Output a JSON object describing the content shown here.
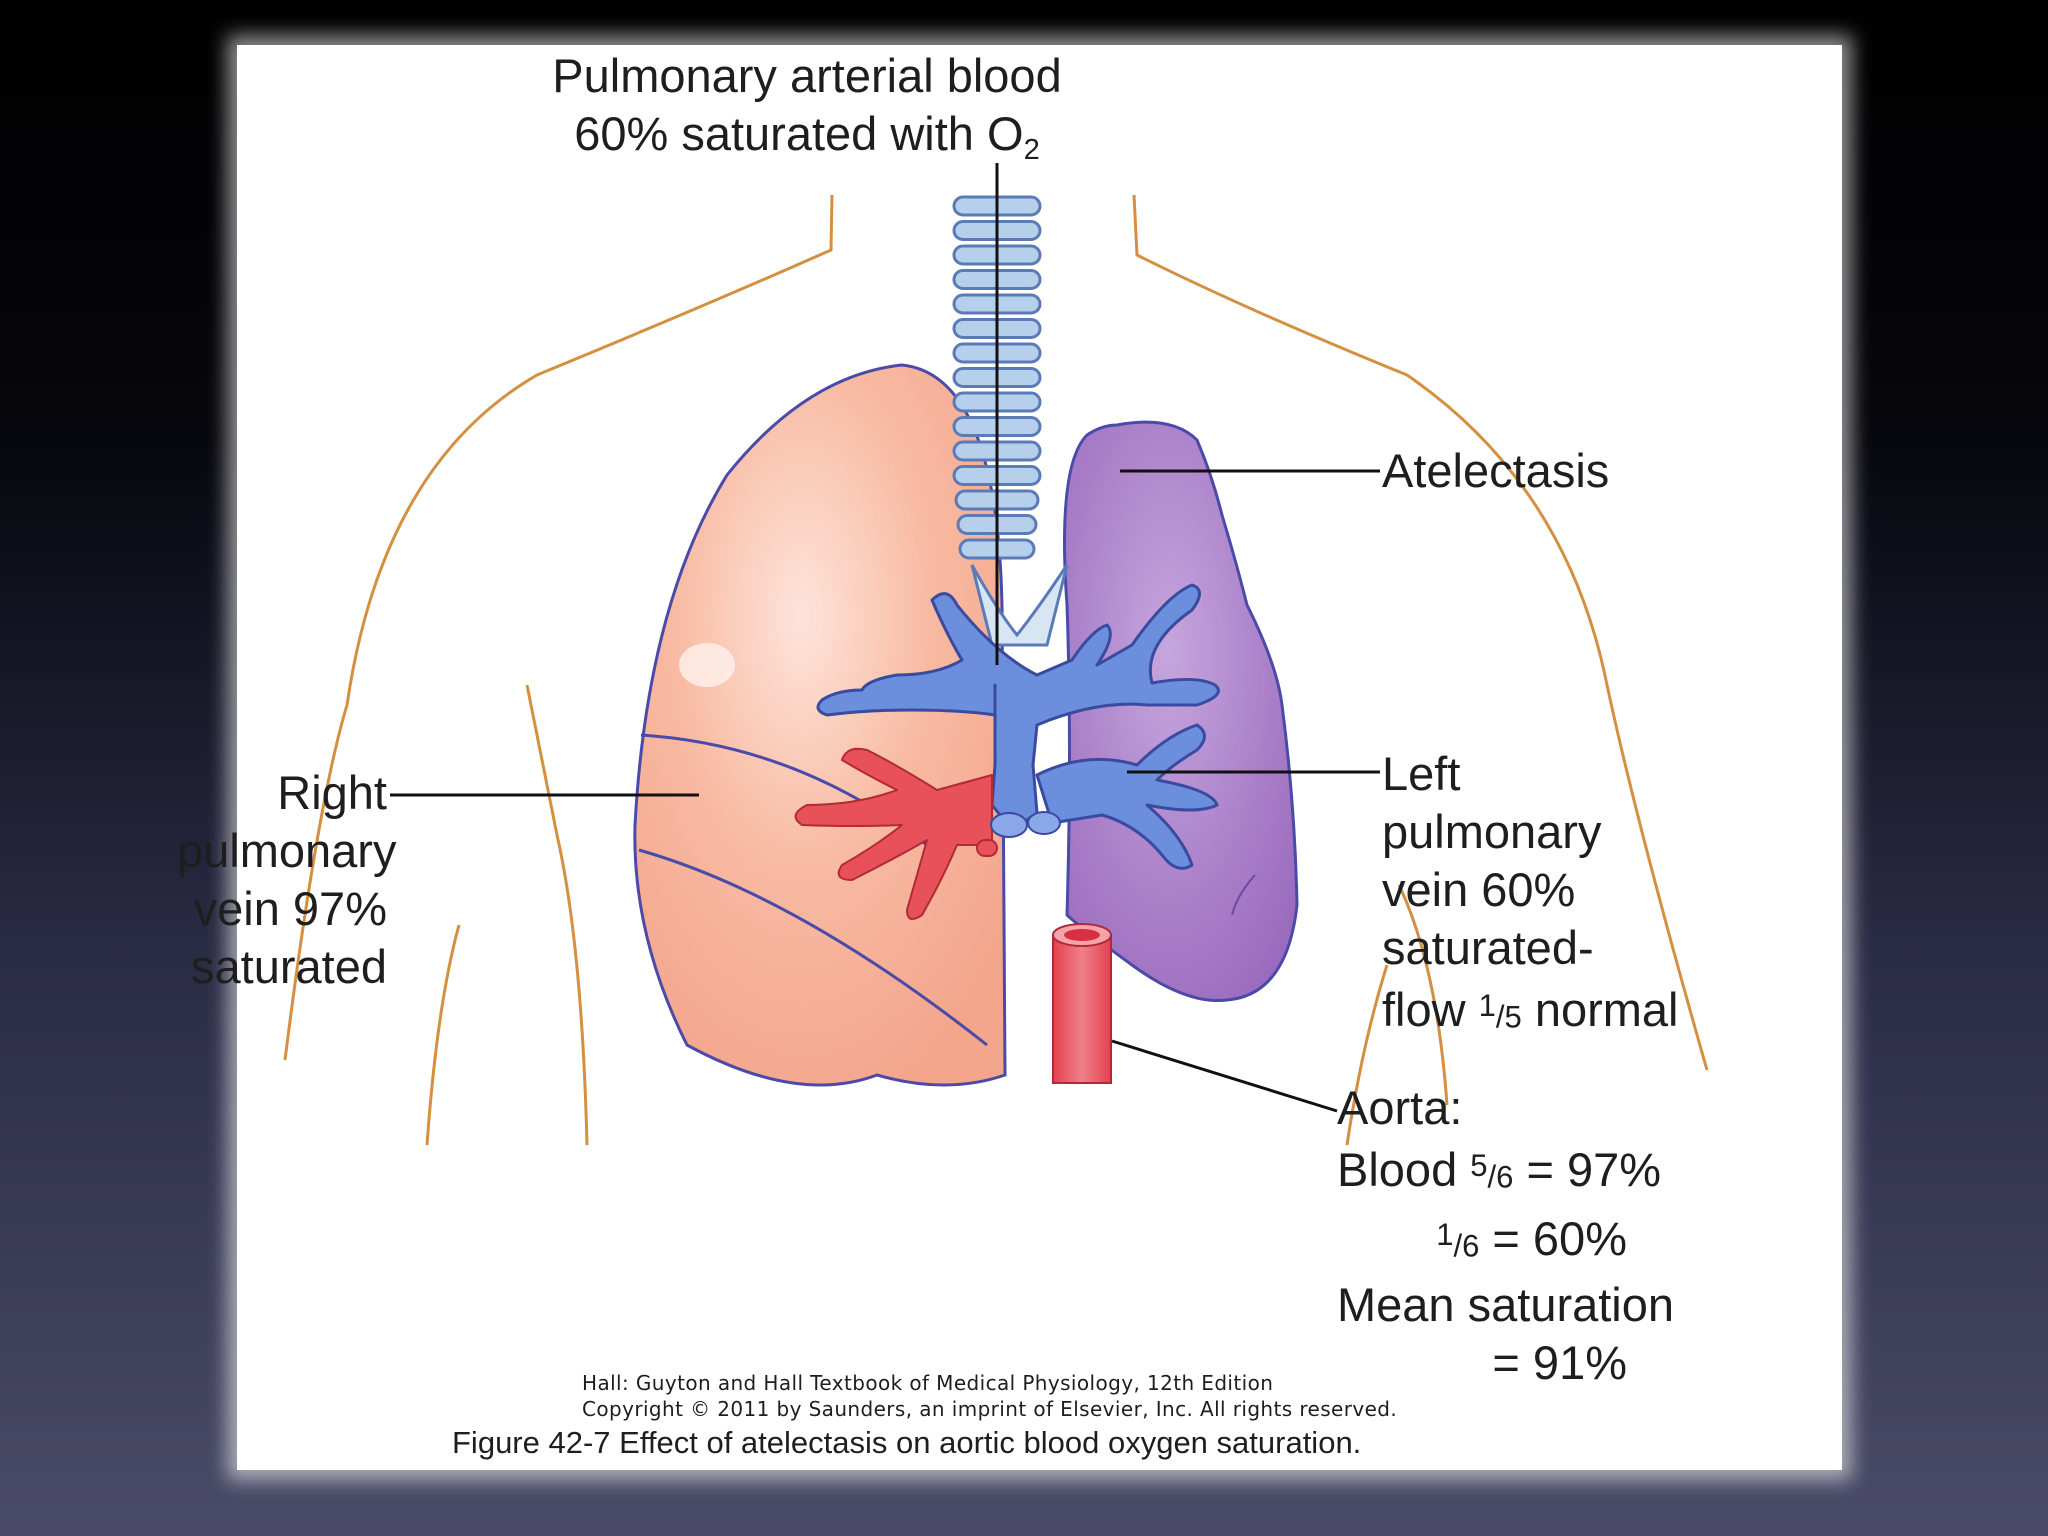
{
  "labels": {
    "top_line1": "Pulmonary arterial blood",
    "top_line2_prefix": "60% saturated with O",
    "top_line2_sub": "2",
    "atelectasis": "Atelectasis",
    "right_vein": [
      "Right",
      "pulmonary",
      "vein 97%",
      "saturated"
    ],
    "left_vein": {
      "line1": "Left",
      "line2": "pulmonary",
      "line3": "vein 60%",
      "line4": "saturated-",
      "line5_a": "flow ",
      "line5_num": "1",
      "line5_slash": "/",
      "line5_den": "5",
      "line5_b": " normal"
    },
    "aorta": {
      "title": "Aorta:",
      "blood_word": "Blood ",
      "blood_num": "5",
      "blood_slash": "/",
      "blood_den": "6",
      "blood_val": " = 97%",
      "second_num": "1",
      "second_slash": "/",
      "second_den": "6",
      "second_val": " = 60%",
      "mean_label": "Mean saturation",
      "mean_val": "= 91%"
    }
  },
  "credits": {
    "line1": "Hall: Guyton and Hall Textbook of Medical Physiology, 12th Edition",
    "line2": "Copyright © 2011 by Saunders, an imprint of Elsevier, Inc. All rights reserved."
  },
  "caption": "Figure 42-7 Effect of atelectasis on aortic blood oxygen saturation.",
  "colors": {
    "right_lung": "#f8b8a0",
    "left_lung_atelectasis": "#a47ac4",
    "pulmonary_artery": "#6b8fdc",
    "pulmonary_vein_oxygenated": "#e8505a",
    "trachea": "#a8c8e8",
    "body_outline": "#d49040"
  }
}
